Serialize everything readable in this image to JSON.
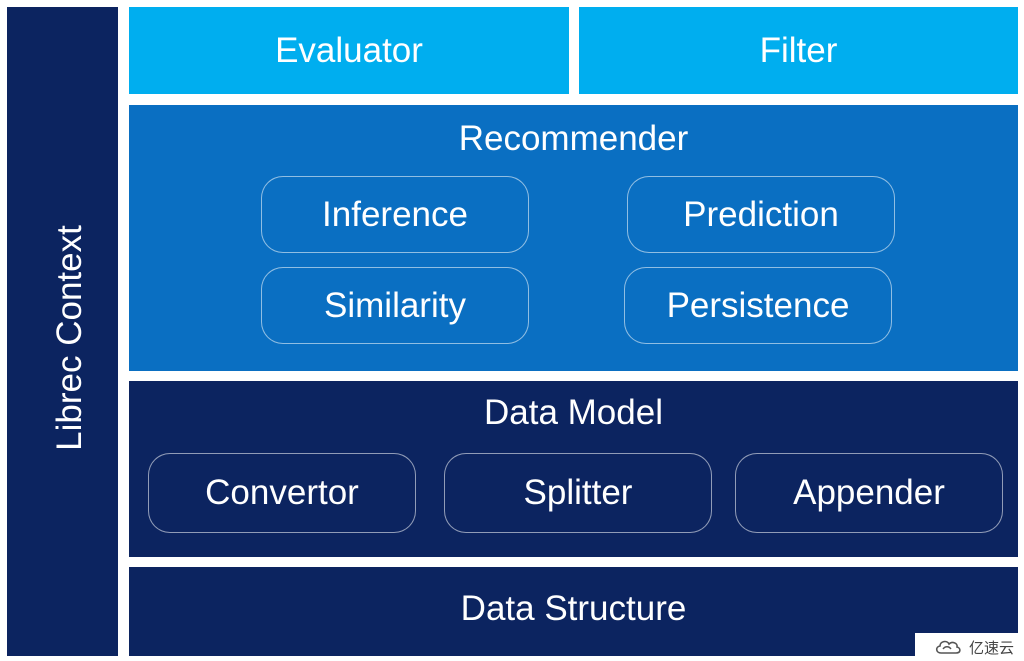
{
  "side": {
    "label": "Librec Context"
  },
  "top": {
    "evaluator": "Evaluator",
    "filter": "Filter"
  },
  "recommender": {
    "title": "Recommender",
    "items": [
      "Inference",
      "Prediction",
      "Similarity",
      "Persistence"
    ]
  },
  "data_model": {
    "title": "Data Model",
    "items": [
      "Convertor",
      "Splitter",
      "Appender"
    ]
  },
  "data_structure": {
    "title": "Data Structure"
  },
  "watermark": {
    "text": "亿速云",
    "logo_icon": "cloud-logo-icon"
  },
  "colors": {
    "light_blue": "#00aeef",
    "medium_blue": "#0a6fc2",
    "navy": "#0c2460",
    "text": "#ffffff"
  }
}
